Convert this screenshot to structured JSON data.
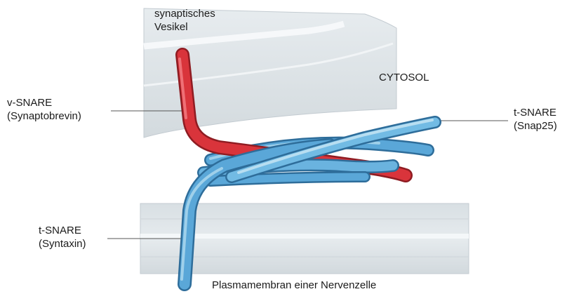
{
  "labels": {
    "vesicle": [
      "synaptisches",
      "Vesikel"
    ],
    "cytosol": "CYTOSOL",
    "v_snare": [
      "v-SNARE",
      "(Synaptobrevin)"
    ],
    "t_snare_snap25": [
      "t-SNARE",
      "(Snap25)"
    ],
    "t_snare_syntaxin": [
      "t-SNARE",
      "(Syntaxin)"
    ],
    "membrane": "Plasmamembran einer Nervenzelle"
  },
  "colors": {
    "membrane_fill": "#dde3e7",
    "membrane_edge": "#c3cbd1",
    "membrane_stripe": "#f3f6f8",
    "v_snare_red": "#d9343b",
    "v_snare_dark": "#8f1c22",
    "t_snare_blue": "#5aa7d8",
    "t_snare_light": "#9fd0ea",
    "t_snare_dark": "#2e6d9a",
    "leader_line": "#555555"
  }
}
